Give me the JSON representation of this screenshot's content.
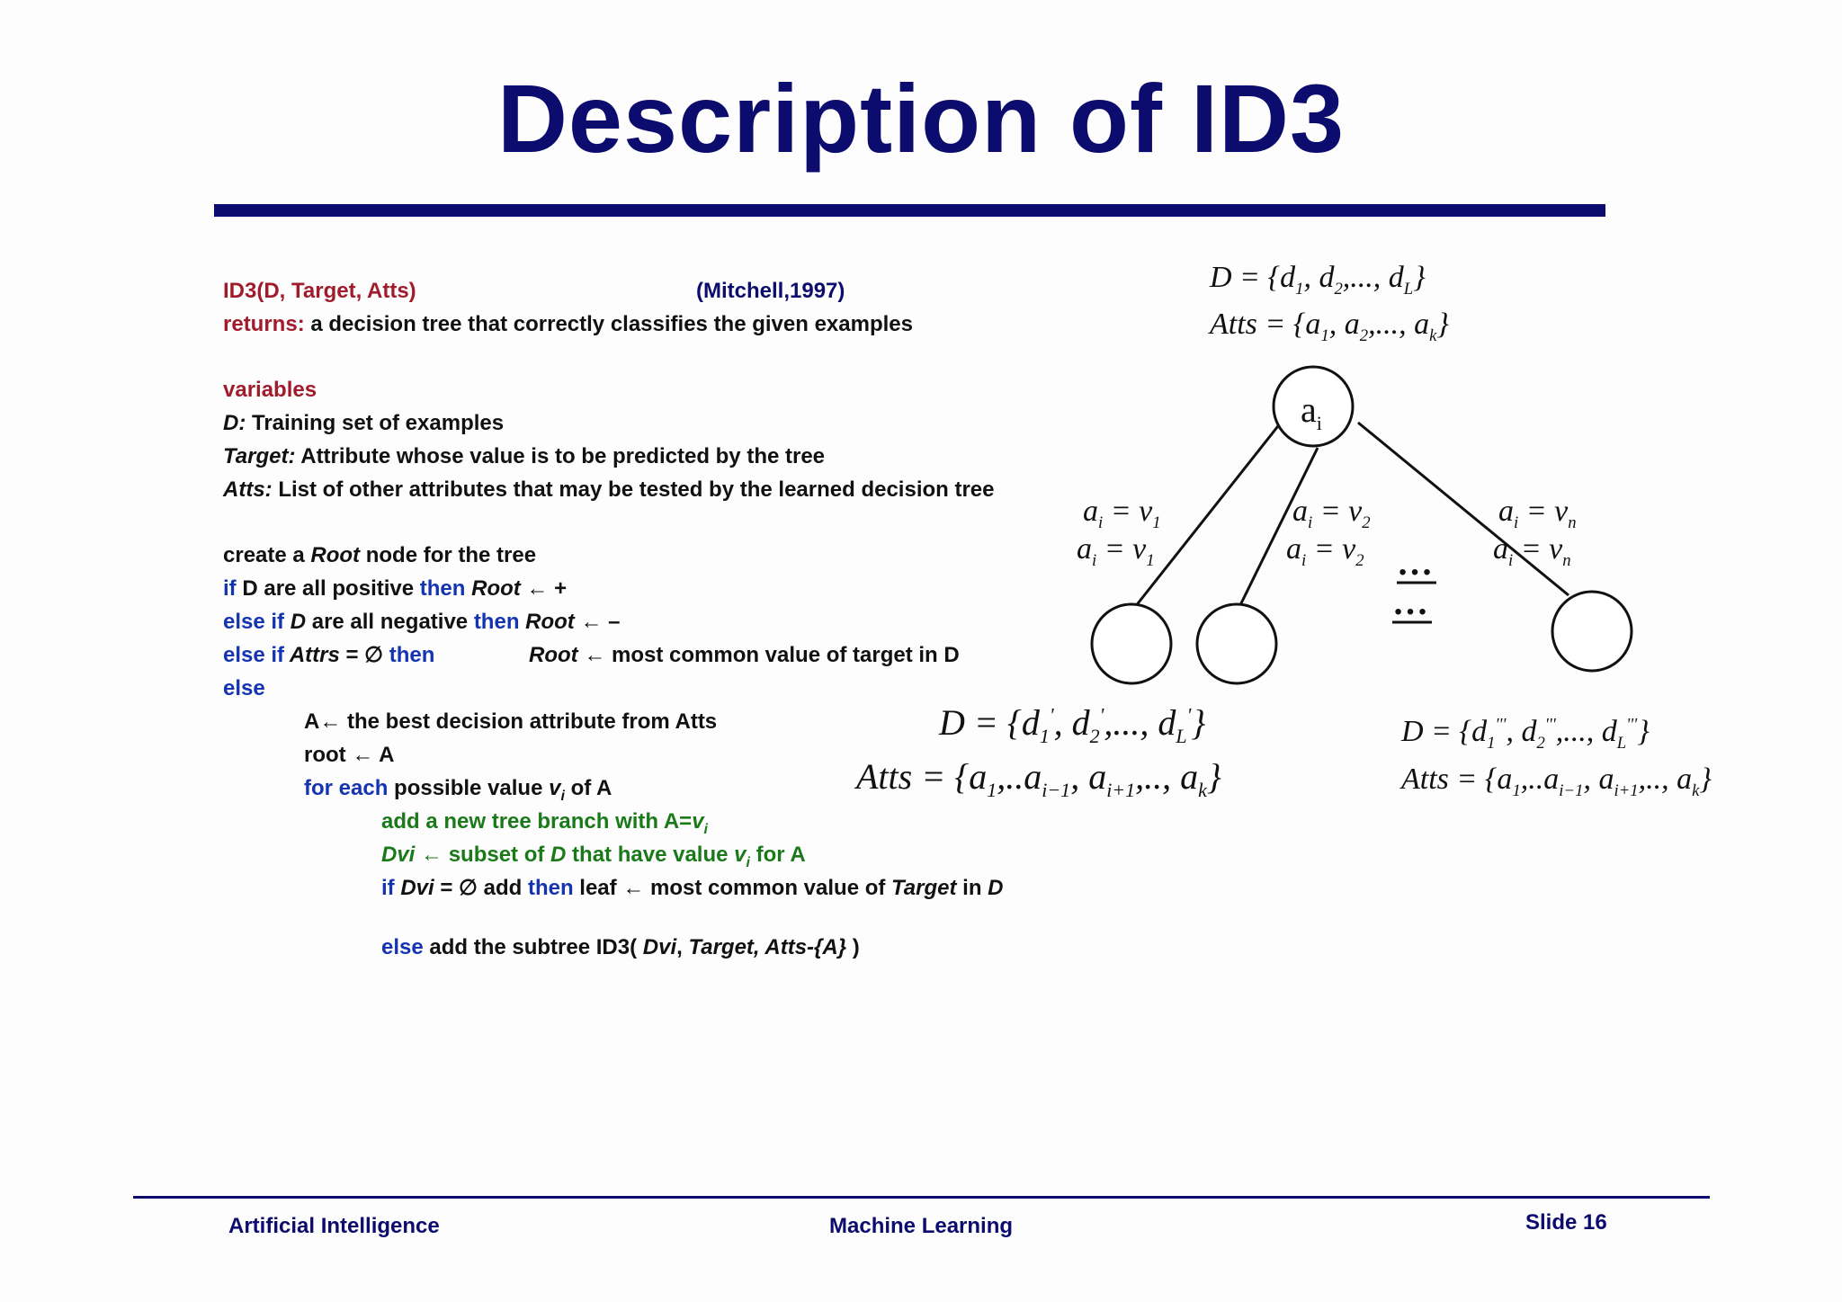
{
  "title": "Description of ID3",
  "header": {
    "signature": "ID3(D, Target, Atts)",
    "citation": "(Mitchell,1997)",
    "returns_label": "returns:",
    "returns_text": " a decision tree that correctly classifies the given examples"
  },
  "variables": {
    "heading": "variables",
    "d_name": "D:",
    "d_desc": " Training set of examples",
    "target_name": "Target:",
    "target_desc": " Attribute whose value is to be predicted by the tree",
    "atts_name": "Atts:",
    "atts_desc": " List of other attributes that may be tested by the learned decision tree"
  },
  "algorithm": {
    "l1_a": "create a ",
    "l1_b": "Root",
    "l1_c": " node for the tree",
    "l2_if": "if",
    "l2_text": " D are all positive  ",
    "l2_then": "then",
    "l2_root": " Root",
    "l2_rest": " ← +",
    "l3_elseif": "else if",
    "l3_d": " D",
    "l3_text": " are all negative ",
    "l3_then": "then",
    "l3_root": " Root",
    "l3_rest": " ← –",
    "l4_elseif": "else if",
    "l4_atts": " Attrs",
    "l4_eq": " = ∅ ",
    "l4_then": "then",
    "l4_root": "Root",
    "l4_rest": " ← most common value of target in D",
    "l5_else": "else",
    "l6": "A← the best decision attribute from Atts",
    "l7": "root  ←  A",
    "l8_foreach": "for each",
    "l8_text": " possible value ",
    "l8_v": "v",
    "l8_i": "i",
    "l8_rest": " of A",
    "l9_text": "add a new tree branch with A=",
    "l9_v": "v",
    "l9_i": "i",
    "l10_dvi": "Dvi",
    "l10_text": " ← subset of ",
    "l10_d": "D",
    "l10_text2": " that have value ",
    "l10_v": "v",
    "l10_i": "i",
    "l10_rest": " for A",
    "l11_if": "if",
    "l11_dvi": " Dvi",
    "l11_eq": " = ∅  add ",
    "l11_then": "then",
    "l11_text": " leaf ← most common value of ",
    "l11_target": "Target",
    "l11_in": " in ",
    "l11_d": "D",
    "l12_else": "else",
    "l12_text": " add the subtree ID3( ",
    "l12_dvi": "Dvi",
    "l12_comma": ", ",
    "l12_args": "Target, Atts-{A}",
    "l12_close": " )"
  },
  "diagram": {
    "root_label": "a",
    "root_sub": "i",
    "top_d": "D = {d",
    "top_atts": "Atts = {a",
    "branch1": "a",
    "branch2": "a",
    "branchn": "a",
    "ellipsis": "…",
    "colors": {
      "accent": "#0c0c6e",
      "red": "#a01c2c",
      "blue": "#1534b0",
      "green": "#1a7a1a"
    }
  },
  "footer": {
    "left": "Artificial Intelligence",
    "center": "Machine Learning",
    "right": "Slide 16"
  }
}
